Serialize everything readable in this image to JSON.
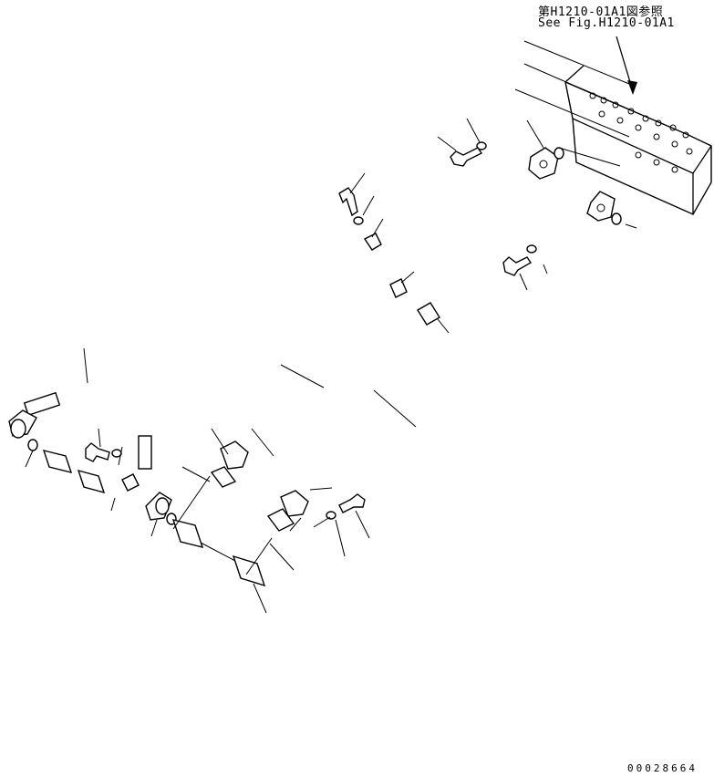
{
  "reference": {
    "jp": "第H1210-01A1図参照",
    "en": "See Fig.H1210-01A1"
  },
  "document_number": "00028664",
  "colors": {
    "line": "#000000",
    "background": "#ffffff"
  }
}
